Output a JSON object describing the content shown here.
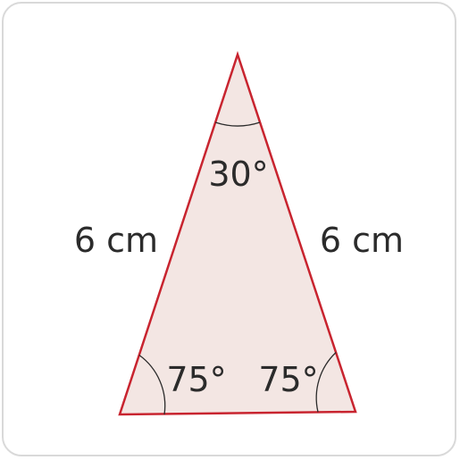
{
  "triangle": {
    "fill_color": "#f3e6e3",
    "stroke_color": "#c8242f",
    "arc_color": "#2b2b2b",
    "text_color": "#2b2b2b"
  },
  "labels": {
    "apex_angle": "30°",
    "bottom_left_angle": "75°",
    "bottom_right_angle": "75°",
    "left_side": "6 cm",
    "right_side": "6 cm"
  }
}
